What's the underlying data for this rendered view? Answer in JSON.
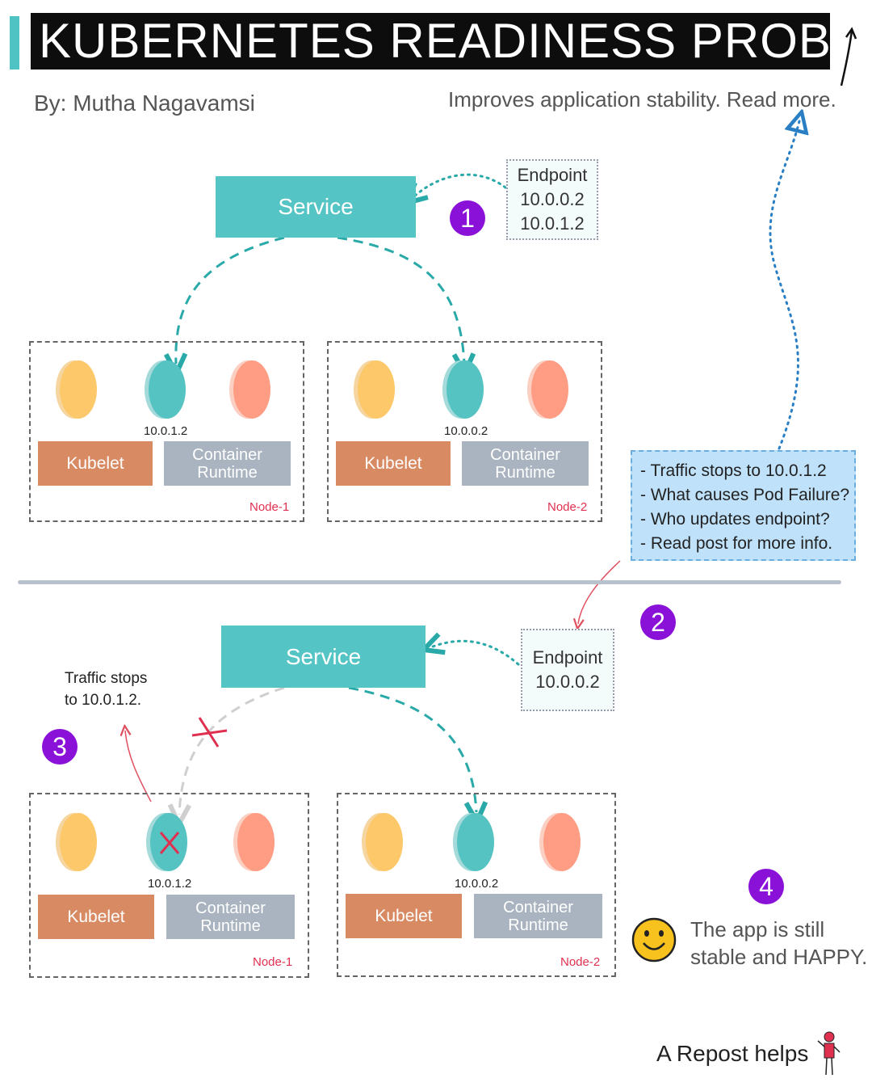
{
  "header": {
    "title": "KUBERNETES READINESS PROBES",
    "author": "By: Mutha Nagavamsi",
    "subtitle": "Improves application stability. Read more."
  },
  "colors": {
    "accent": "#4fc3c3",
    "service": "#55c4c4",
    "kubelet": "#d88a63",
    "runtime": "#a9b4c0",
    "badge": "#8a12d8",
    "note_bg": "#bfe1fa",
    "pod_yellow": "#fdc86a",
    "pod_teal": "#56c3c3",
    "pod_salmon": "#ff9d84",
    "node_label": "#e03050"
  },
  "scene1": {
    "badge": "1",
    "service_label": "Service",
    "endpoint": {
      "title": "Endpoint",
      "ips": [
        "10.0.0.2",
        "10.0.1.2"
      ]
    },
    "nodes": [
      {
        "name": "Node-1",
        "pod_ip": "10.0.1.2",
        "kubelet": "Kubelet",
        "runtime_line1": "Container",
        "runtime_line2": "Runtime"
      },
      {
        "name": "Node-2",
        "pod_ip": "10.0.0.2",
        "kubelet": "Kubelet",
        "runtime_line1": "Container",
        "runtime_line2": "Runtime"
      }
    ]
  },
  "note": {
    "lines": [
      "- Traffic stops to 10.0.1.2",
      "- What causes Pod Failure?",
      "- Who updates endpoint?",
      "- Read post for more info."
    ]
  },
  "scene2": {
    "badge": "2",
    "service_label": "Service",
    "endpoint": {
      "title": "Endpoint",
      "ips": [
        "10.0.0.2"
      ]
    },
    "traffic_text_line1": "Traffic stops",
    "traffic_text_line2": "to 10.0.1.2.",
    "badge3": "3",
    "nodes": [
      {
        "name": "Node-1",
        "pod_ip": "10.0.1.2",
        "kubelet": "Kubelet",
        "runtime_line1": "Container",
        "runtime_line2": "Runtime",
        "pod_failed": true
      },
      {
        "name": "Node-2",
        "pod_ip": "10.0.0.2",
        "kubelet": "Kubelet",
        "runtime_line1": "Container",
        "runtime_line2": "Runtime",
        "pod_failed": false
      }
    ]
  },
  "footer": {
    "badge4": "4",
    "happy_line1": "The app is still",
    "happy_line2": "stable and HAPPY.",
    "repost": "A Repost helps",
    "icons": [
      "smiley-face-icon",
      "stick-figure-icon"
    ]
  }
}
